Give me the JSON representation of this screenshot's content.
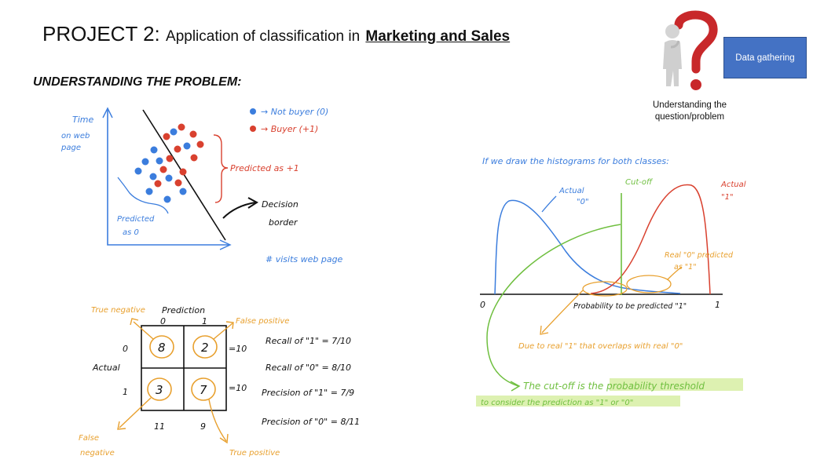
{
  "header": {
    "project": "PROJECT 2:",
    "subtitle": "Application of classification in",
    "subtitle_bold": "Marketing and Sales",
    "section": "UNDERSTANDING THE PROBLEM:"
  },
  "question_block": {
    "caption_line1": "Understanding the",
    "caption_line2": "question/problem",
    "button": "Data gathering"
  },
  "scatter": {
    "y_axis_label_1": "Time",
    "y_axis_label_2": "on web",
    "y_axis_label_3": "page",
    "x_axis_label": "# visits web page",
    "legend_blue": "→ Not buyer (0)",
    "legend_red": "→ Buyer (+1)",
    "predicted_plus": "Predicted as +1",
    "predicted_zero_1": "Predicted",
    "predicted_zero_2": "as 0",
    "decision_1": "Decision",
    "decision_2": "border"
  },
  "confusion": {
    "prediction_label": "Prediction",
    "actual_label": "Actual",
    "col0": "0",
    "col1": "1",
    "row0": "0",
    "row1": "1",
    "tn": "8",
    "fp": "2",
    "fn": "3",
    "tp": "7",
    "row0_total": "=10",
    "row1_total": "=10",
    "col0_total": "11",
    "col1_total": "9",
    "true_negative": "True negative",
    "false_positive": "False positive",
    "false_negative_1": "False",
    "false_negative_2": "negative",
    "true_positive": "True positive",
    "recall1": "Recall of \"1\" = 7/10",
    "recall0": "Recall of \"0\" = 8/10",
    "precision1": "Precision of \"1\" = 7/9",
    "precision0": "Precision of \"0\" = 8/11"
  },
  "histogram": {
    "intro": "If we draw the histograms for both classes:",
    "actual0_1": "Actual",
    "actual0_2": "\"0\"",
    "actual1_1": "Actual",
    "actual1_2": "\"1\"",
    "cutoff": "Cut-off",
    "real0_1": "Real \"0\" predicted",
    "real0_2": "as \"1\"",
    "x_axis": "Probability to be predicted \"1\"",
    "x0": "0",
    "x1": "1",
    "due_note": "Due to real \"1\" that overlaps with real \"0\"",
    "cutoff_note_1": "The cut-off is the probability threshold",
    "cutoff_note_2": "to consider the prediction as \"1\" or \"0\""
  },
  "colors": {
    "blue": "#3b7ddd",
    "red": "#d9412f",
    "orange": "#e8a02e",
    "green": "#6fbf3f",
    "highlight": "#d9f0a8",
    "box": "#4472c4"
  }
}
